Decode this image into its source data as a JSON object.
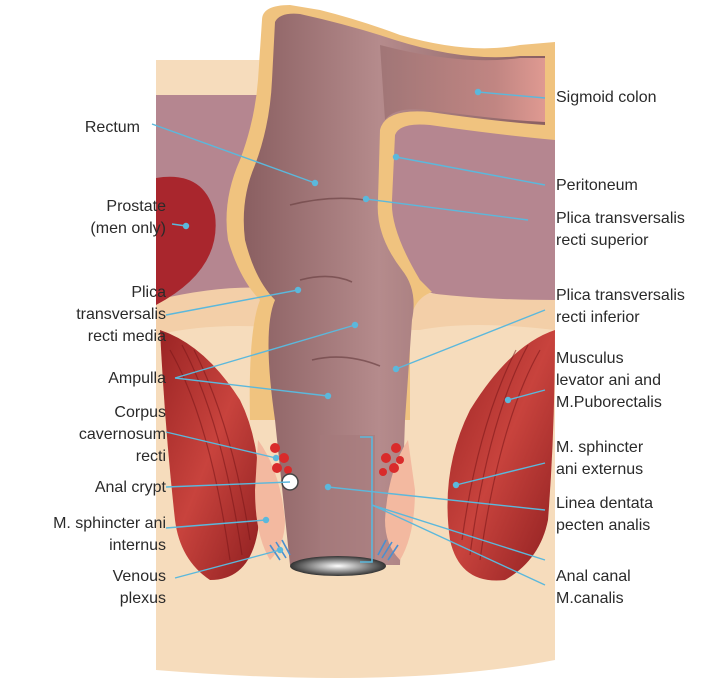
{
  "labels": {
    "sigmoid_colon": "Sigmoid colon",
    "rectum": "Rectum",
    "peritoneum": "Peritoneum",
    "prostate": "Prostate\n(men only)",
    "plica_superior": "Plica transversalis\nrecti superior",
    "plica_media": "Plica\ntransversalis\nrecti media",
    "plica_inferior": "Plica transversalis\nrecti inferior",
    "ampulla": "Ampulla",
    "musculus_levator": "Musculus\nlevator ani and\nM.Puborectalis",
    "corpus_cavernosum": "Corpus\ncavernosum\nrecti",
    "sphincter_externus": "M. sphincter\nani externus",
    "anal_crypt": "Anal crypt",
    "linea_dentata": "Linea dentata\npecten analis",
    "sphincter_internus": "M. sphincter ani\ninternus",
    "anal_canal": "Anal canal\nM.canalis",
    "venous_plexus": "Venous\nplexus"
  },
  "colors": {
    "leader_line": "#5bb8dc",
    "skin": "#f6dcbc",
    "peritoneum": "#f0c37f",
    "colon": "#9d7273",
    "colon_highlight": "#c3a0a0",
    "sigmoid_tint": "#e59a92",
    "muscle": "#b8322f",
    "prostate": "#a9262d",
    "background_tissue": "#b58690",
    "venous_red": "#d92b2b"
  }
}
